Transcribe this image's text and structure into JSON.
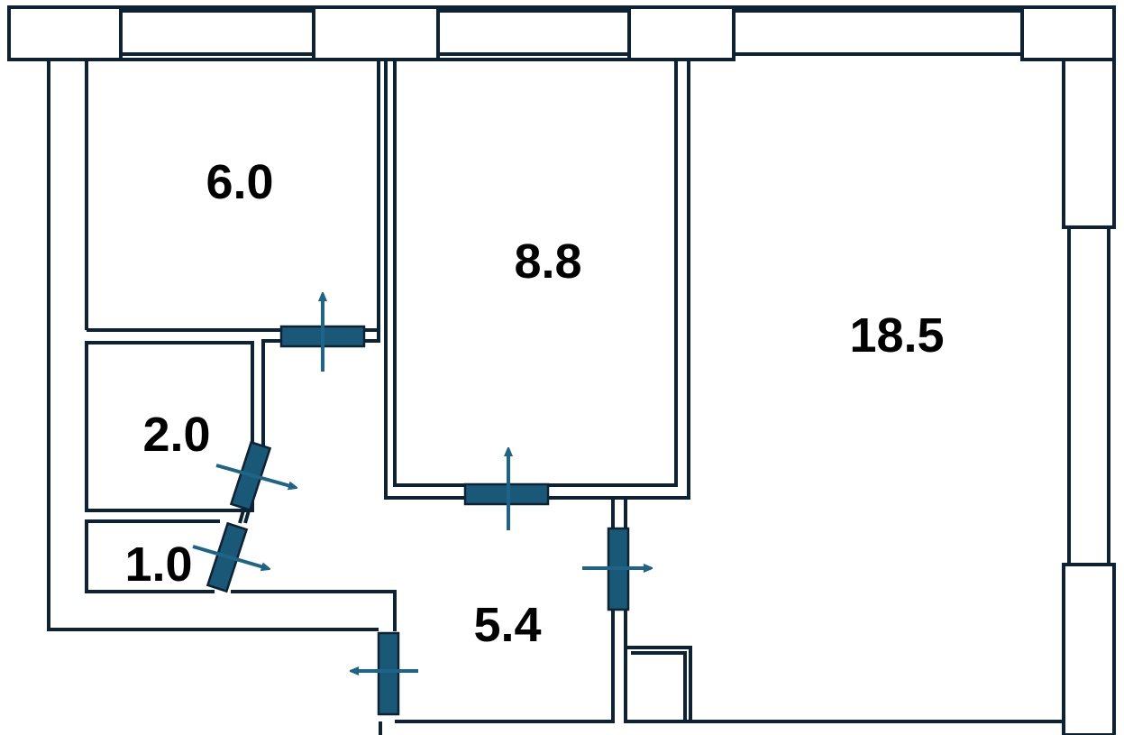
{
  "rooms": [
    {
      "id": "room-a",
      "area": "6.0"
    },
    {
      "id": "room-b",
      "area": "8.8"
    },
    {
      "id": "room-c",
      "area": "18.5"
    },
    {
      "id": "room-d",
      "area": "2.0"
    },
    {
      "id": "room-e",
      "area": "1.0"
    },
    {
      "id": "room-f",
      "area": "5.4"
    }
  ],
  "colors": {
    "wall_stroke": "#0d2233",
    "door_fill": "#1a5878",
    "arrow": "#1d6487"
  }
}
